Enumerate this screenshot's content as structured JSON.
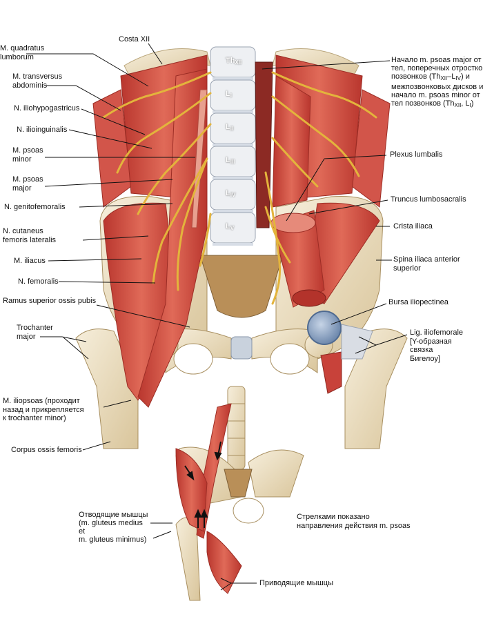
{
  "labels_left": {
    "quadratus": "M. quadratus\nlumborum",
    "transversus": "M. transversus\nabdominis",
    "iliohypogastricus": "N. iliohypogastricus",
    "ilioinguinalis": "N. ilioinguinalis",
    "psoas_minor": "M. psoas\nminor",
    "psoas_major": "M. psoas\nmajor",
    "genitofemoralis": "N. genitofemoralis",
    "cutaneus": "N. cutaneus\nfemoris lateralis",
    "iliacus": "M. iliacus",
    "femoralis": "N. femoralis",
    "ramus": "Ramus superior ossis pubis",
    "trochanter": "Trochanter\nmajor",
    "iliopsoas": "M. iliopsoas (проходит\nназад и прикрепляется\nк trochanter minor)",
    "corpus": "Corpus ossis femoris"
  },
  "labels_top": {
    "costa": "Costa XII"
  },
  "labels_right": {
    "origin_line1": "Начало m. psoas major от",
    "origin_line2": "тел, поперечных отростков",
    "origin_line3a": "позвонков (Th",
    "origin_line3_sub1": "XII",
    "origin_line3_dash": "–L",
    "origin_line3_sub2": "IV",
    "origin_line3b": ") и",
    "origin_line4": "межпозвонковых дисков и",
    "origin_line5": "начало m. psoas minor от",
    "origin_line6a": "тел позвонков (Th",
    "origin_line6_sub": "XII",
    "origin_line6b": ", L",
    "origin_line6_sub2": "I",
    "origin_line6c": ")",
    "plexus": "Plexus lumbalis",
    "truncus": "Truncus lumbosacralis",
    "crista": "Crista iliaca",
    "spina": "Spina iliaca anterior\nsuperior",
    "bursa": "Bursa iliopectinea",
    "lig": "Lig. iliofemorale\n[Y-образная\nсвязка\nБигелоу]"
  },
  "labels_bottom": {
    "abductors": "Отводящие мышцы\n(m. gluteus medius\net\nm. gluteus minimus)",
    "arrows_note": "Стрелками показано\nнаправления действия m. psoas",
    "adductors": "Приводящие мышцы"
  },
  "vertebrae": [
    {
      "main": "Th",
      "sub": "XII"
    },
    {
      "main": "L",
      "sub": "I"
    },
    {
      "main": "L",
      "sub": "II"
    },
    {
      "main": "L",
      "sub": "III"
    },
    {
      "main": "L",
      "sub": "IV"
    },
    {
      "main": "L",
      "sub": "V"
    }
  ],
  "colors": {
    "muscle": "#c8423a",
    "muscle_light": "#e07f6e",
    "bone": "#efe3c8",
    "bone_shadow": "#cdb98f",
    "nerve": "#e3b43c",
    "disc": "#d7dde6",
    "bursa": "#8ea6c4",
    "line": "#111111"
  }
}
